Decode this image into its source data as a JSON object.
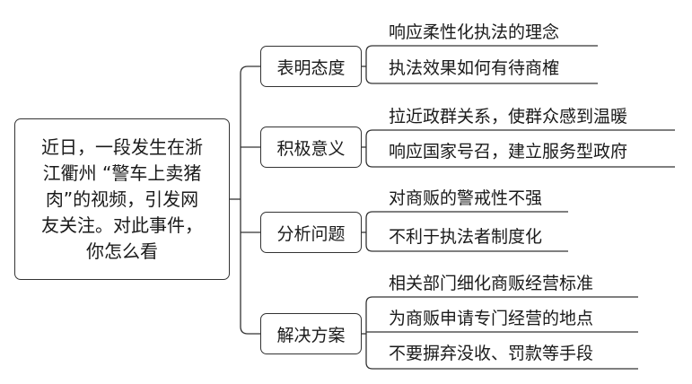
{
  "root": {
    "text": "近日，一段发生在浙江衢州 “警车上卖猪肉”的视频，引发网友关注。对此事件，你怎么看"
  },
  "branches": [
    {
      "label": "表明态度",
      "items": [
        "响应柔性化执法的理念",
        "执法效果如何有待商榷"
      ]
    },
    {
      "label": "积极意义",
      "items": [
        "拉近政群关系，使群众感到温暖",
        "响应国家号召，建立服务型政府"
      ]
    },
    {
      "label": "分析问题",
      "items": [
        "对商贩的警戒性不强",
        "不利于执法者制度化"
      ]
    },
    {
      "label": "解决方案",
      "items": [
        "相关部门细化商贩经营标准",
        "为商贩申请专门经营的地点",
        "不要摒弃没收、罚款等手段"
      ]
    }
  ],
  "colors": {
    "line": "#333333",
    "text": "#1a1a1a",
    "background": "#ffffff"
  }
}
